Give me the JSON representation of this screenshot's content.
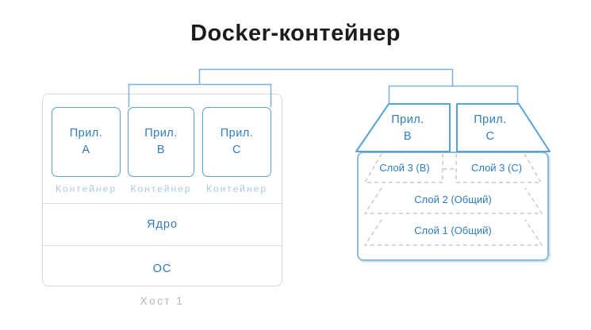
{
  "title": "Docker-контейнер",
  "colors": {
    "blue-border": "#58a2d3",
    "blue-text": "#2e7cbe",
    "connector": "#7fb0da",
    "container-label": "#a5c8e4",
    "host-border": "#d8d8d8",
    "gray-label": "#b5b5b5",
    "dashed": "#c9c9c9",
    "layers-border": "#8abadb",
    "title-color": "#1c1c1c"
  },
  "host": {
    "apps": [
      {
        "name": "Прил.",
        "letter": "A",
        "container_label": "Контейнер"
      },
      {
        "name": "Прил.",
        "letter": "B",
        "container_label": "Контейнер"
      },
      {
        "name": "Прил.",
        "letter": "C",
        "container_label": "Контейнер"
      }
    ],
    "kernel_label": "Ядро",
    "os_label": "ОС",
    "host_label": "Хост 1"
  },
  "layers_panel": {
    "apps": [
      {
        "name": "Прил.",
        "letter": "B"
      },
      {
        "name": "Прил.",
        "letter": "C"
      }
    ],
    "layers": [
      {
        "label": "Слой 3 (B)"
      },
      {
        "label": "Слой 3 (C)"
      },
      {
        "label": "Слой 2 (Общий)"
      },
      {
        "label": "Слой 1 (Общий)"
      }
    ]
  }
}
